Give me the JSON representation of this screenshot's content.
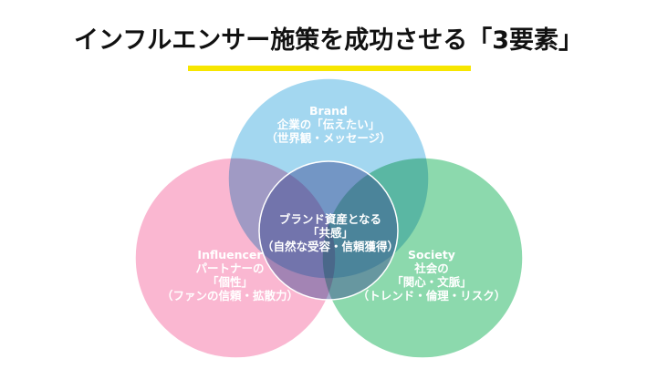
{
  "title": "インフルエンサー施策を成功させる「3要素」",
  "colors": {
    "brand": "#a3d7f0",
    "influencer": "#f9aac9",
    "society": "#7fd5a4",
    "center": "#3a4690",
    "accent": "#f7e600"
  },
  "circles": {
    "brand": {
      "name": "Brand",
      "line1": "企業の「伝えたい」",
      "line2": "（世界観・メッセージ）"
    },
    "influencer": {
      "name": "Influencer",
      "line1": "パートナーの",
      "line2": "「個性」",
      "line3": "（ファンの信頼・拡散力）"
    },
    "society": {
      "name": "Society",
      "line1": "社会の",
      "line2": "「関心・文脈」",
      "line3": "（トレンド・倫理・リスク）"
    },
    "center": {
      "line1": "ブランド資産となる",
      "line2": "「共感」",
      "line3": "（自然な受容・信頼獲得）"
    }
  }
}
